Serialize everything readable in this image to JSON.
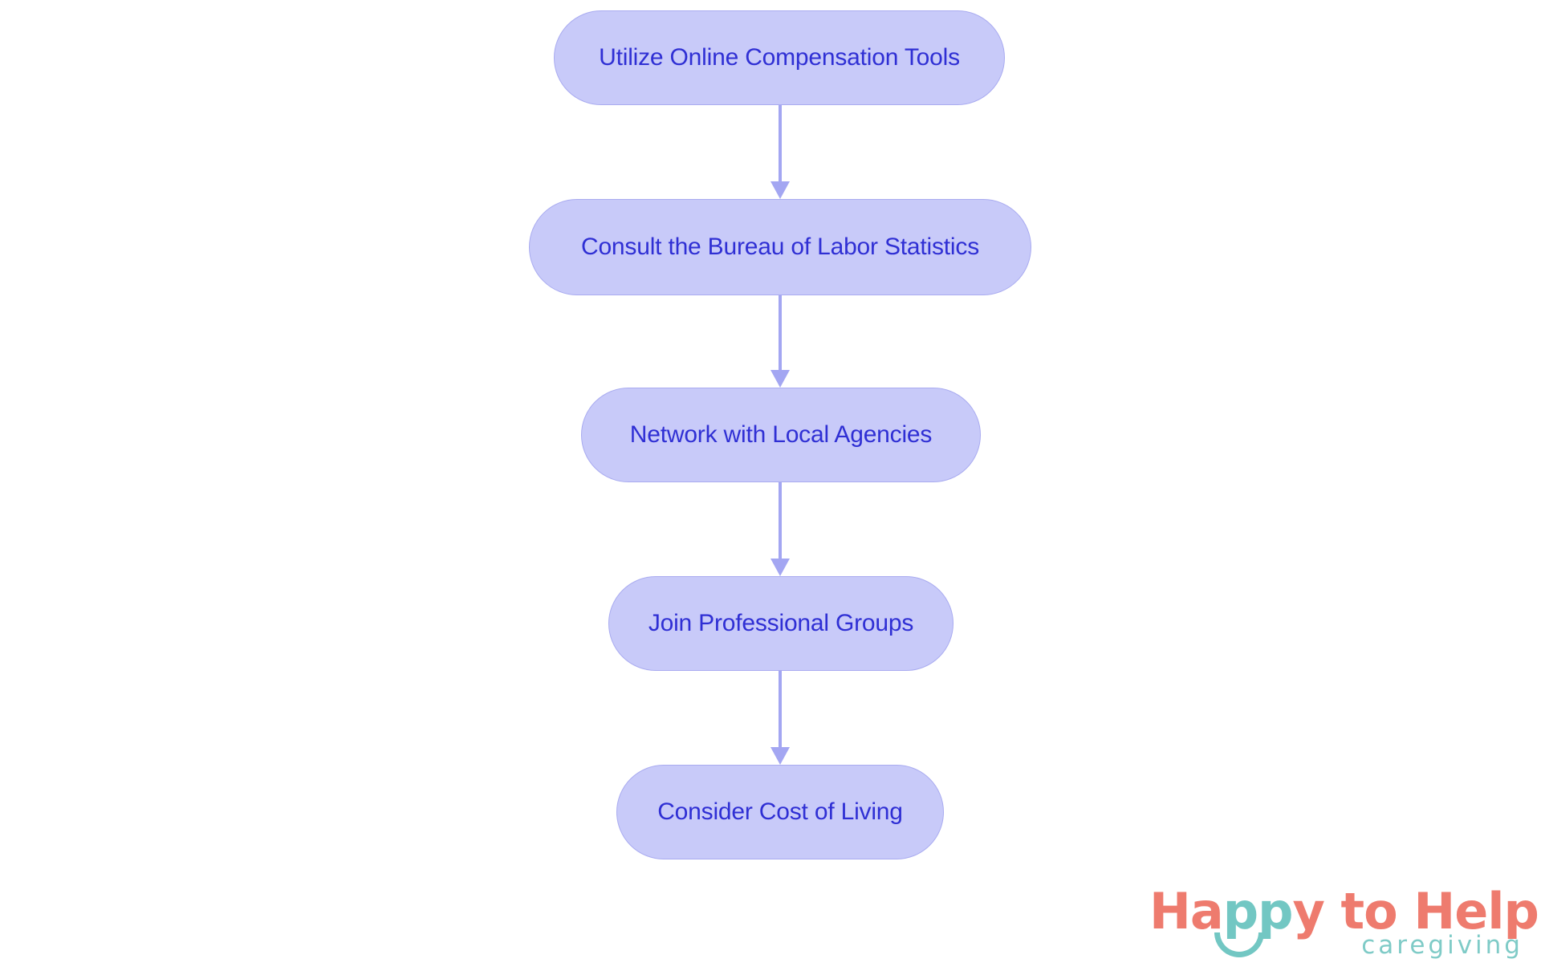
{
  "diagram": {
    "type": "flowchart",
    "orientation": "vertical-top-to-bottom",
    "background_color": "#ffffff",
    "node_fill_color": "#c8caf9",
    "node_border_color": "#a9abf0",
    "node_text_color": "#2f2fd4",
    "connector_color": "#a3a6f2",
    "nodes": [
      {
        "id": "node-0",
        "label": "Utilize Online Compensation Tools"
      },
      {
        "id": "node-1",
        "label": "Consult the Bureau of Labor Statistics"
      },
      {
        "id": "node-2",
        "label": "Network with Local Agencies"
      },
      {
        "id": "node-3",
        "label": "Join Professional Groups"
      },
      {
        "id": "node-4",
        "label": "Consider Cost of Living"
      }
    ],
    "connectors": [
      {
        "id": "connector-0",
        "from": "node-0",
        "to": "node-1",
        "icon": "arrow-down-icon"
      },
      {
        "id": "connector-1",
        "from": "node-1",
        "to": "node-2",
        "icon": "arrow-down-icon"
      },
      {
        "id": "connector-2",
        "from": "node-2",
        "to": "node-3",
        "icon": "arrow-down-icon"
      },
      {
        "id": "connector-3",
        "from": "node-3",
        "to": "node-4",
        "icon": "arrow-down-icon"
      }
    ]
  },
  "branding": {
    "wordmark_part_1": "Ha",
    "wordmark_part_2": "pp",
    "wordmark_part_3": "y to Help",
    "tagline": "caregiving",
    "primary_color": "#ee7b6e",
    "accent_color": "#72c7c3"
  }
}
